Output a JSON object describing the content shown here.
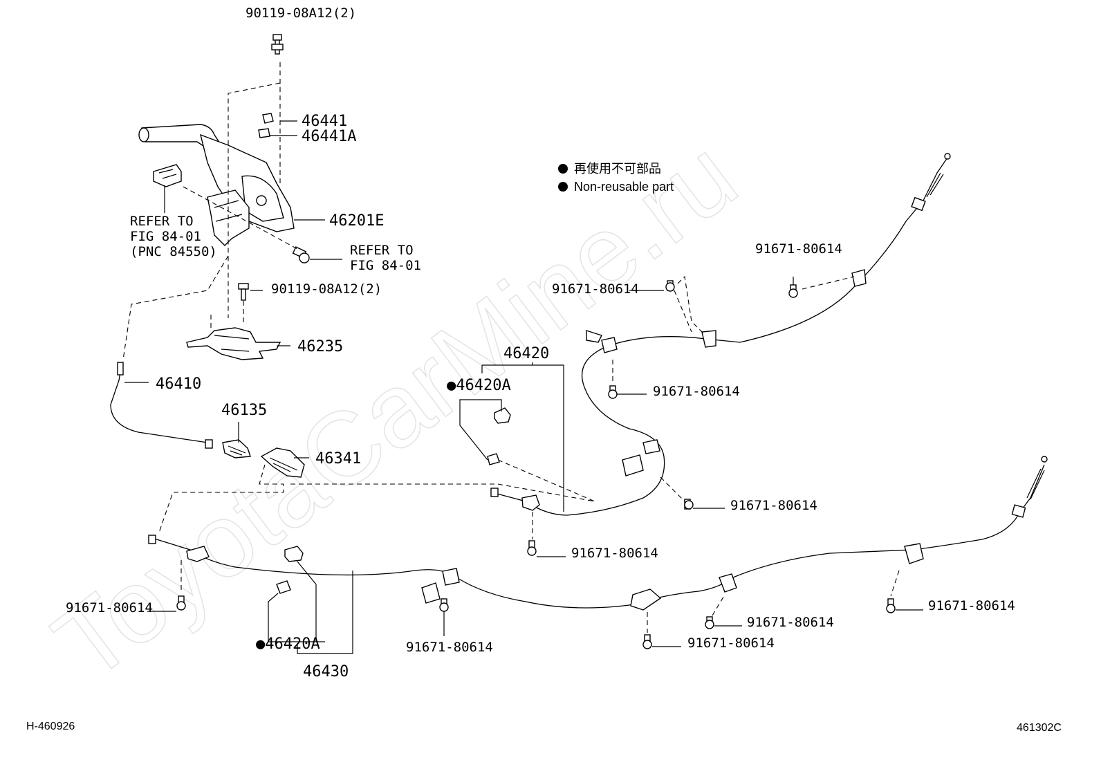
{
  "watermark": "ToyotaCarMine.ru",
  "legend": {
    "marker": "●",
    "line1": "再使用不可部品",
    "line2": "Non-reusable part"
  },
  "footer": {
    "left_code": "H-460926",
    "right_code": "461302C"
  },
  "callouts": {
    "bolt_top": "90119-08A12(2)",
    "p46441": "46441",
    "p46441A": "46441A",
    "p46201E": "46201E",
    "refer_left_1": "REFER TO",
    "refer_left_2": "FIG 84-01",
    "refer_left_3": "(PNC 84550)",
    "refer_right_1": "REFER TO",
    "refer_right_2": "FIG 84-01",
    "bolt_mid": "90119-08A12(2)",
    "p46235": "46235",
    "p46410": "46410",
    "p46135": "46135",
    "p46341": "46341",
    "p46420": "46420",
    "p46420A_upper": "●46420A",
    "p46420A_lower": "●46420A",
    "p46430": "46430",
    "b_upper_right": "91671-80614",
    "b_upper_mid": "91671-80614",
    "b_mid_right_a": "91671-80614",
    "b_mid_right_b": "91671-80614",
    "b_center": "91671-80614",
    "b_left": "91671-80614",
    "b_lower_center": "91671-80614",
    "b_lower_mid_a": "91671-80614",
    "b_lower_mid_b": "91671-80614",
    "b_right": "91671-80614"
  }
}
